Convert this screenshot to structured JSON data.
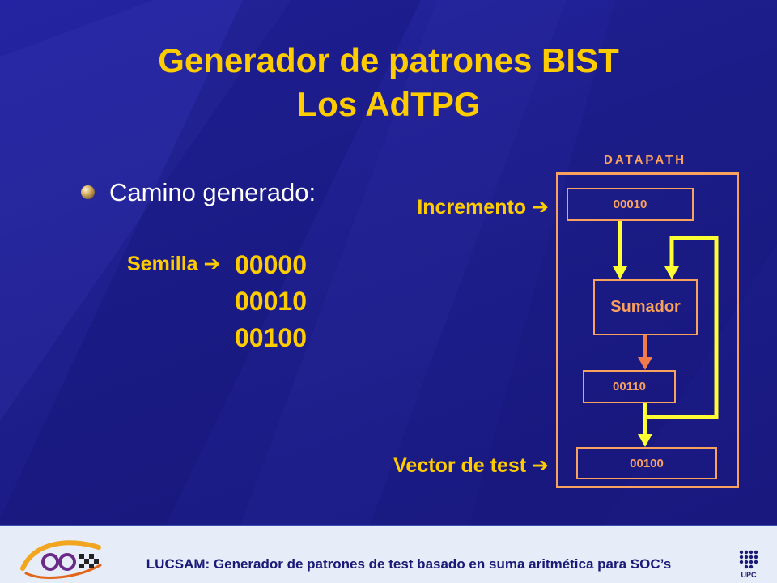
{
  "slide": {
    "title_line1": "Generador de patrones BIST",
    "title_line2": "Los AdTPG",
    "bullet_icon": "sphere-bullet-icon",
    "bullet_text": "Camino generado:",
    "seed_label": "Semilla",
    "arrow": "➔",
    "path_values": [
      "00000",
      "00010",
      "00100"
    ]
  },
  "datapath": {
    "title": "DATAPATH",
    "increment_label": "Incremento",
    "output_label": "Vector de test",
    "increment_register": "00010",
    "adder_label": "Sumador",
    "sum_register": "00110",
    "output_register": "00100"
  },
  "footer": {
    "text": "LUCSAM: Generador de patrones de test basado en suma aritmética para SOC’s",
    "left_logo": "research-group-logo",
    "right_logo": "UPC"
  },
  "colors": {
    "background": "#1e1e8c",
    "title": "#ffcc00",
    "text": "#ffffff",
    "datapath": "#f9a15e",
    "adder_arrow": "#f27b4b",
    "signal": "#ffff33",
    "footer_background": "#e6edf8",
    "footer_text": "#1a1a78"
  }
}
